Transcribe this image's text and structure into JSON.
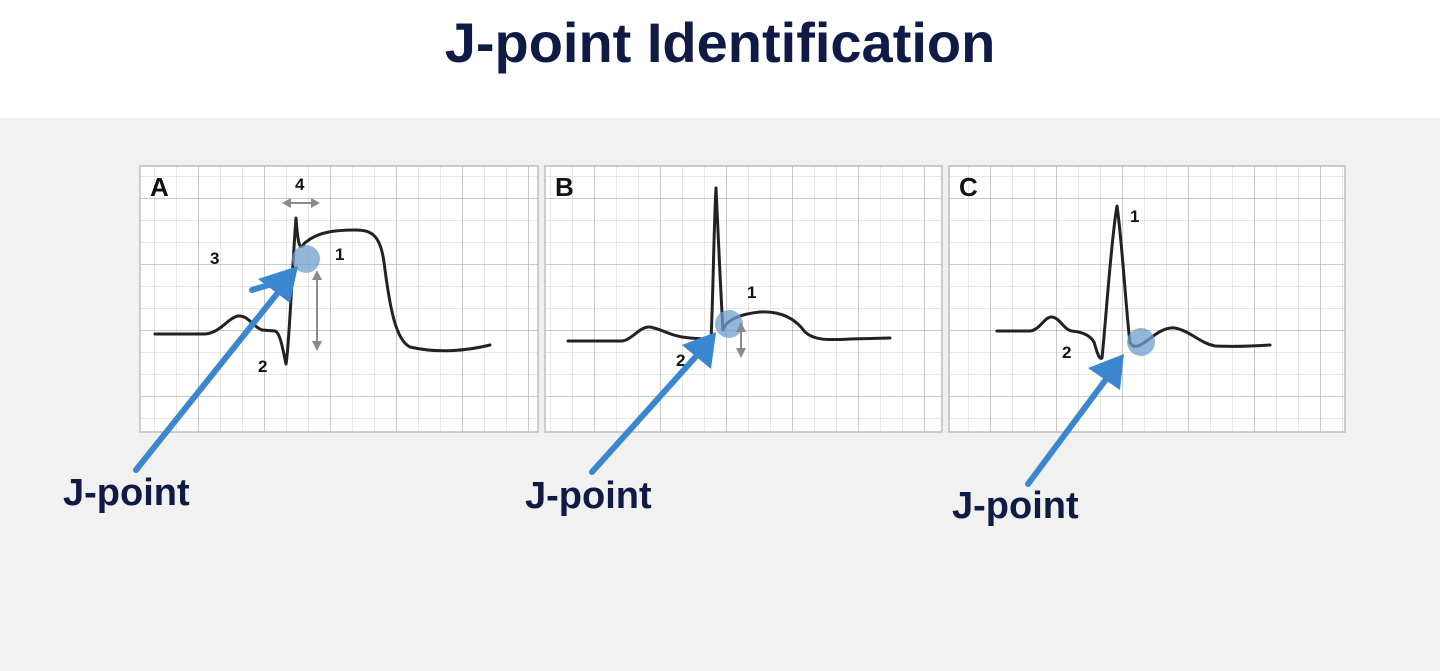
{
  "title": "J-point Identification",
  "panels": [
    {
      "letter": "A",
      "numbers": [
        "1",
        "2",
        "3",
        "4"
      ],
      "callout": "J-point"
    },
    {
      "letter": "B",
      "numbers": [
        "1",
        "2"
      ],
      "callout": "J-point"
    },
    {
      "letter": "C",
      "numbers": [
        "1",
        "2"
      ],
      "callout": "J-point"
    }
  ],
  "colors": {
    "title": "#0f1b45",
    "arrow": "#3a87cf",
    "j_point_marker": "#6f9fcf",
    "trace": "#222222",
    "background": "#f1f1f1"
  }
}
